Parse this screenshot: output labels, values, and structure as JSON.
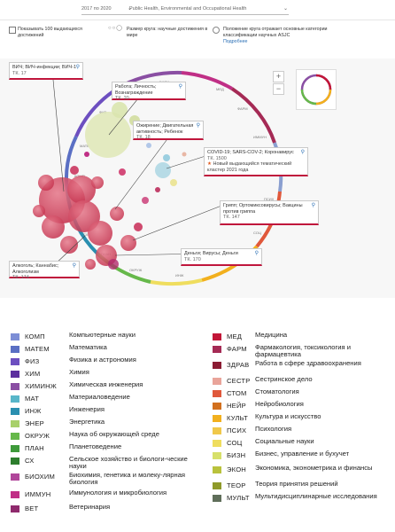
{
  "filters": {
    "years": "2017 по 2020",
    "topic": "Public Health, Environmental and Occupational Health"
  },
  "controls": {
    "show_top": "Показывать 100 выдающихся достижений",
    "size_label": "Размер круга: научные достижения в мире",
    "position_label": "Положение круга отражает основные категории классификации научных ASJC",
    "more_link": "Подробнее"
  },
  "zoom": {
    "plus": "+",
    "minus": "−"
  },
  "ring_labels": [
    "БИОХ",
    "МЕД",
    "ФАРМ",
    "ИММУН",
    "ЗДРАВ",
    "ПСИХ",
    "СОЦ",
    "ЭКОН",
    "ИНЖ",
    "ОКРУЖ",
    "ПЛАН",
    "СХ",
    "ВЕТ",
    "КОМП",
    "МАТЕ",
    "ФИЗ"
  ],
  "callouts": [
    {
      "title": "ВИЧ; ВИЧ-инфекции; ВИЧ-1",
      "sub": "ТК. 17"
    },
    {
      "title": "Работа; Личность; Вознаграждение",
      "sub": "ТК. 20"
    },
    {
      "title": "Ожирение; Двигательная активность; Ребенок",
      "sub": "ТК. 18"
    },
    {
      "title": "COVID-19; SARS-COV-2; Коронавирус",
      "sub": "ТК. 1500",
      "star": "★",
      "note": "Новый выдающийся тематический кластер 2021 года"
    },
    {
      "title": "Грипп; Ортомиксовирусы; Вакцины против гриппа",
      "sub": "ТК. 147"
    },
    {
      "title": "Деньги; Вирусы; Деньги",
      "sub": "ТК. 170"
    },
    {
      "title": "Алкоголь; Каннабис; Алкоголизм",
      "sub": "ТК. 174"
    }
  ],
  "legend_left": [
    {
      "abbr": "КОМП",
      "name": "Компьютерные науки",
      "color": "#7d8ed6"
    },
    {
      "abbr": "МАТЕМ",
      "name": "Математика",
      "color": "#5a6fc4"
    },
    {
      "abbr": "ФИЗ",
      "name": "Физика и астрономия",
      "color": "#6d4fc0"
    },
    {
      "abbr": "ХИМ",
      "name": "Химия",
      "color": "#5c2f9e"
    },
    {
      "abbr": "ХИМИНЖ",
      "name": "Химическая инженерия",
      "color": "#8a4fa3"
    },
    {
      "abbr": "МАТ",
      "name": "Материаловедение",
      "color": "#58b6c9"
    },
    {
      "abbr": "ИНЖ",
      "name": "Инженерия",
      "color": "#2a8fb0"
    },
    {
      "abbr": "ЭНЕР",
      "name": "Энергетика",
      "color": "#a8d06a"
    },
    {
      "abbr": "ОКРУЖ",
      "name": "Наука об окружающей среде",
      "color": "#66b84a"
    },
    {
      "abbr": "ПЛАН",
      "name": "Планетоведение",
      "color": "#3e9a3a"
    },
    {
      "abbr": "СХ",
      "name": "Сельское хозяйство и биологи-ческие науки",
      "color": "#2d7d2d"
    },
    {
      "abbr": "БИОХИМ",
      "name": "Биохимия, генетика и молеку-лярная биология",
      "color": "#b0469a"
    },
    {
      "abbr": "ИММУН",
      "name": "Иммунология и микробиология",
      "color": "#c02f86"
    },
    {
      "abbr": "ВЕТ",
      "name": "Ветеринария",
      "color": "#8f2a6d"
    }
  ],
  "legend_right": [
    {
      "abbr": "МЕД",
      "name": "Медицина",
      "color": "#c21638"
    },
    {
      "abbr": "ФАРМ",
      "name": "Фармакология, токсикология и фармацевтика",
      "color": "#a52a55"
    },
    {
      "abbr": "ЗДРАВ",
      "name": "Работа в сфере здравоохранения",
      "color": "#8b1c33"
    },
    {
      "abbr": "СЕСТР",
      "name": "Сестринское дело",
      "color": "#e9a49a"
    },
    {
      "abbr": "СТОМ",
      "name": "Стоматология",
      "color": "#e0583b"
    },
    {
      "abbr": "НЕЙР",
      "name": "Нейробиология",
      "color": "#d2701e"
    },
    {
      "abbr": "КУЛЬТ",
      "name": "Культура и искусство",
      "color": "#f2b01e"
    },
    {
      "abbr": "ПСИХ",
      "name": "Психология",
      "color": "#f0c84a"
    },
    {
      "abbr": "СОЦ",
      "name": "Социальные науки",
      "color": "#efdd5e"
    },
    {
      "abbr": "БИЗН",
      "name": "Бизнес, управление и бухучет",
      "color": "#d7e06a"
    },
    {
      "abbr": "ЭКОН",
      "name": "Экономика, эконометрика и финансы",
      "color": "#b9c23c"
    },
    {
      "abbr": "ТЕОР",
      "name": "Теория принятия решений",
      "color": "#8f9a2a"
    },
    {
      "abbr": "МУЛЬТ",
      "name": "Мультидисциплинарные исследования",
      "color": "#5f6e5a"
    }
  ]
}
